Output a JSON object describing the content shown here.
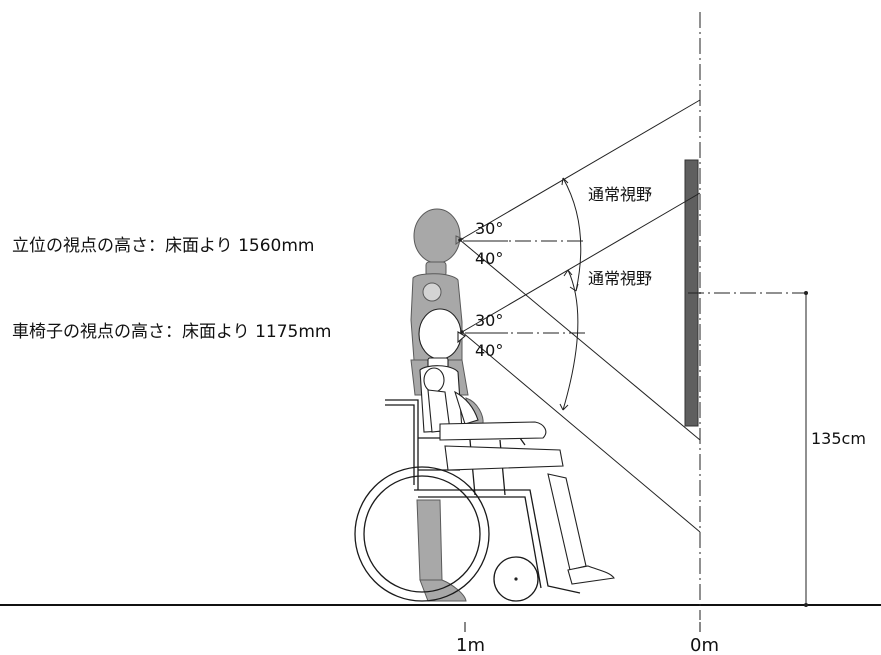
{
  "labels": {
    "standing_eye": "立位の視点の高さ：床面より 1560mm",
    "wheelchair_eye": "車椅子の視点の高さ：床面より 1175mm",
    "fov_upper": "通常視野",
    "fov_lower": "通常視野",
    "angle_up_1": "30°",
    "angle_down_1": "40°",
    "angle_up_2": "30°",
    "angle_down_2": "40°",
    "height_dim": "135cm",
    "tick_1m": "1m",
    "tick_0m": "0m"
  },
  "colors": {
    "standing_figure": "#a8a8a8",
    "wheelchair_figure": "#ffffff",
    "panel": "#5f5f5f",
    "line": "#222222"
  }
}
